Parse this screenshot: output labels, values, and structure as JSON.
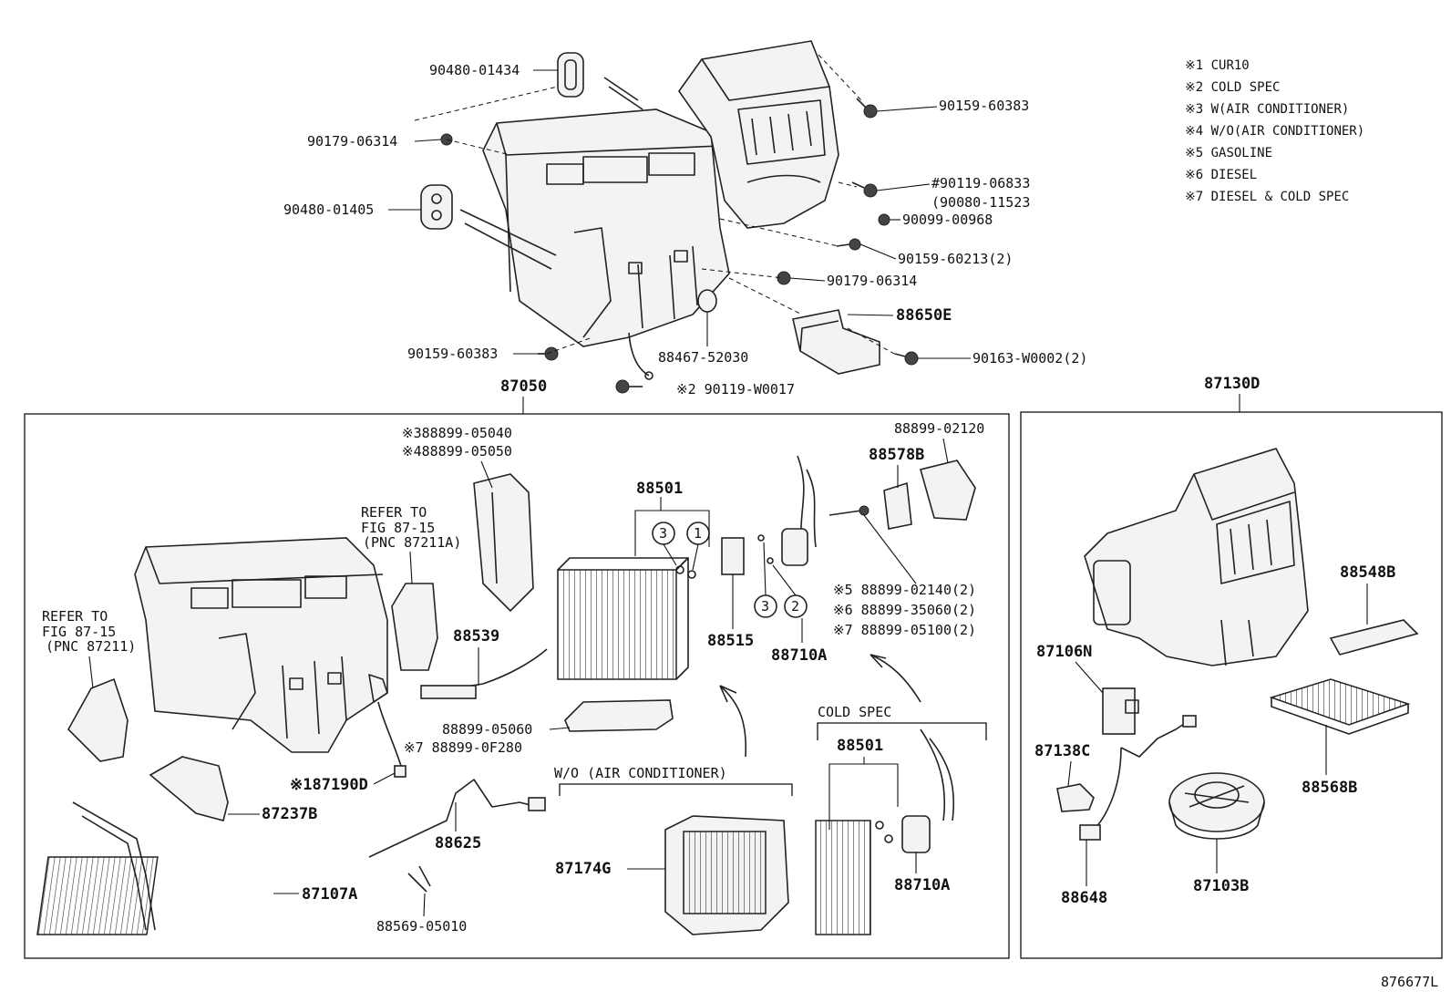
{
  "diagram": {
    "legend": [
      "※1 CUR10",
      "※2 COLD SPEC",
      "※3 W(AIR CONDITIONER)",
      "※4 W/O(AIR CONDITIONER)",
      "※5 GASOLINE",
      "※6 DIESEL",
      "※7 DIESEL & COLD SPEC"
    ],
    "top_labels": {
      "p9048001434": "90480-01434",
      "p9017906314a": "90179-06314",
      "p9048001405": "90480-01405",
      "p9015960383a": "90159-60383",
      "p9011906833": "#90119-06833",
      "p9008011523": "(90080-11523",
      "p9009900968": "90099-00968",
      "p9015960213": "90159-60213(2)",
      "p9017906314b": "90179-06314",
      "p88650e": "88650E",
      "p9015960383b": "90159-60383",
      "p8846752030": "88467-52030",
      "p90163w0002": "90163-W0002(2)",
      "p90119w0017": "※2 90119-W0017"
    },
    "assembly_labels": {
      "p87050": "87050",
      "p87130d": "87130D"
    },
    "left_box": {
      "p8889905040": "※388899-05040",
      "p8889905050": "※488899-05050",
      "refer_a_1": "REFER TO",
      "refer_a_2": "FIG 87-15",
      "refer_a_3": "(PNC 87211A)",
      "refer_b_1": "REFER TO",
      "refer_b_2": "FIG 87-15",
      "refer_b_3": "(PNC 87211)",
      "p88501a": "88501",
      "p88539": "88539",
      "p88515": "88515",
      "p88710a_1": "88710A",
      "p8889902120": "88899-02120",
      "p88578b": "88578B",
      "p8889902140": "※5 88899-02140(2)",
      "p8889935060": "※6 88899-35060(2)",
      "p8889905100": "※7 88899-05100(2)",
      "p8889905060": "88899-05060",
      "p888990f280": "※7 88899-0F280",
      "p87190d": "※187190D",
      "p87237b": "87237B",
      "p87107a": "87107A",
      "p88625": "88625",
      "p8856905010": "88569-05010",
      "wo_ac": "W/O (AIR CONDITIONER)",
      "p87174g": "87174G",
      "cold_spec": "COLD SPEC",
      "p88501b": "88501",
      "p88710a_2": "88710A",
      "c3a": "3",
      "c1": "1",
      "c3b": "3",
      "c2": "2"
    },
    "right_box": {
      "p88548b": "88548B",
      "p87106n": "87106N",
      "p87138c": "87138C",
      "p88568b": "88568B",
      "p88648": "88648",
      "p87103b": "87103B"
    },
    "figure_id": "876677L"
  }
}
